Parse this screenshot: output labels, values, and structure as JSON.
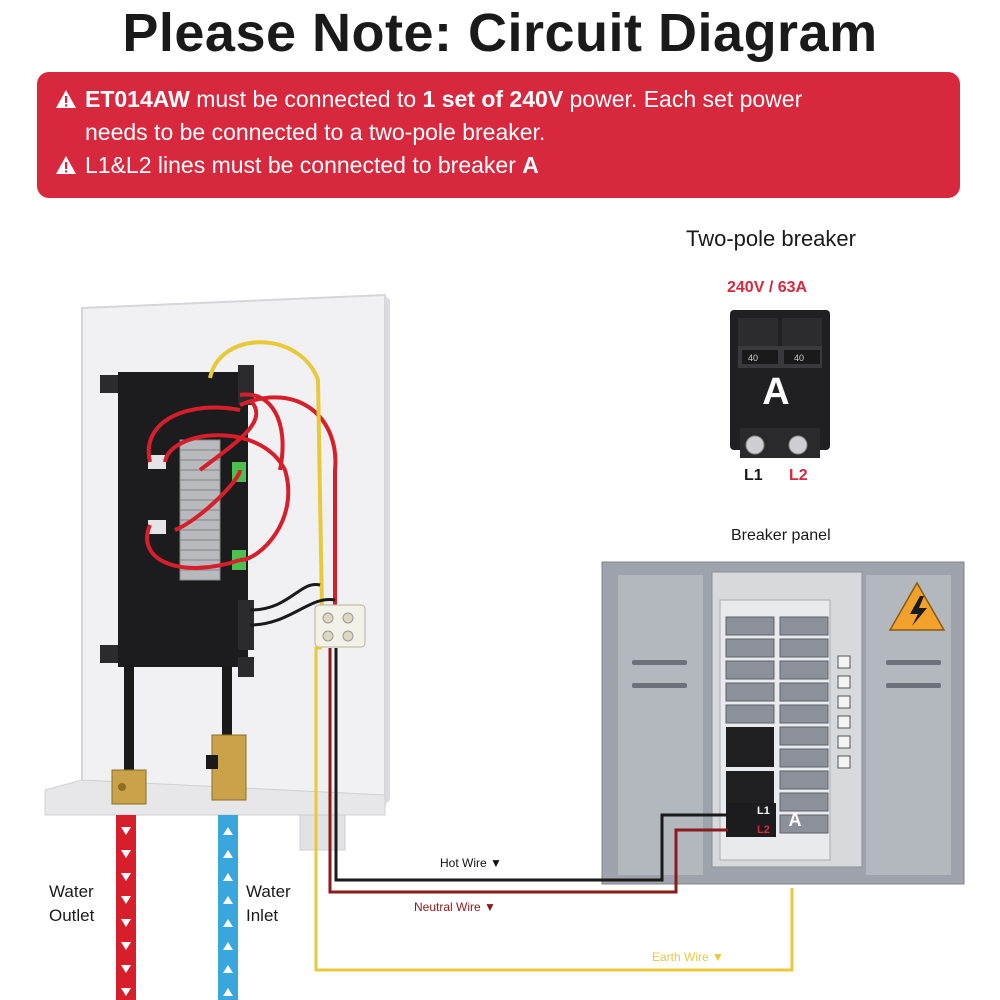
{
  "title": "Please Note: Circuit Diagram",
  "note": {
    "line1": {
      "model": "ET014AW",
      "t1": " must be connected to ",
      "bold": "1 set of 240V",
      "t2": " power. Each set power"
    },
    "line2": "needs to be connected to a two-pole breaker.",
    "line3": {
      "t1": "L1&L2 lines must be connected to breaker ",
      "bold": "A"
    },
    "icon": "warning-triangle-icon"
  },
  "breaker": {
    "title": "Two-pole breaker",
    "rating": "240V / 63A",
    "letter": "A",
    "ampere": "40",
    "l1": "L1",
    "l2": "L2"
  },
  "panel": {
    "title": "Breaker panel",
    "l1": "L1",
    "l2": "L2",
    "letter": "A",
    "icon": "high-voltage-warning-icon"
  },
  "wires": {
    "hot": "Hot Wire ▼",
    "neutral": "Neutral Wire ▼",
    "earth": "Earth Wire ▼"
  },
  "water": {
    "outlet_1": "Water",
    "outlet_2": "Outlet",
    "inlet_1": "Water",
    "inlet_2": "Inlet"
  },
  "colors": {
    "banner": "#d7283e",
    "hot_wire": "#1a1a1a",
    "neutral_wire": "#8b1a1a",
    "earth_wire": "#e8c93a",
    "outlet_pipe": "#d61f2b",
    "inlet_pipe": "#39a6dc",
    "red_label": "#d7283e"
  }
}
